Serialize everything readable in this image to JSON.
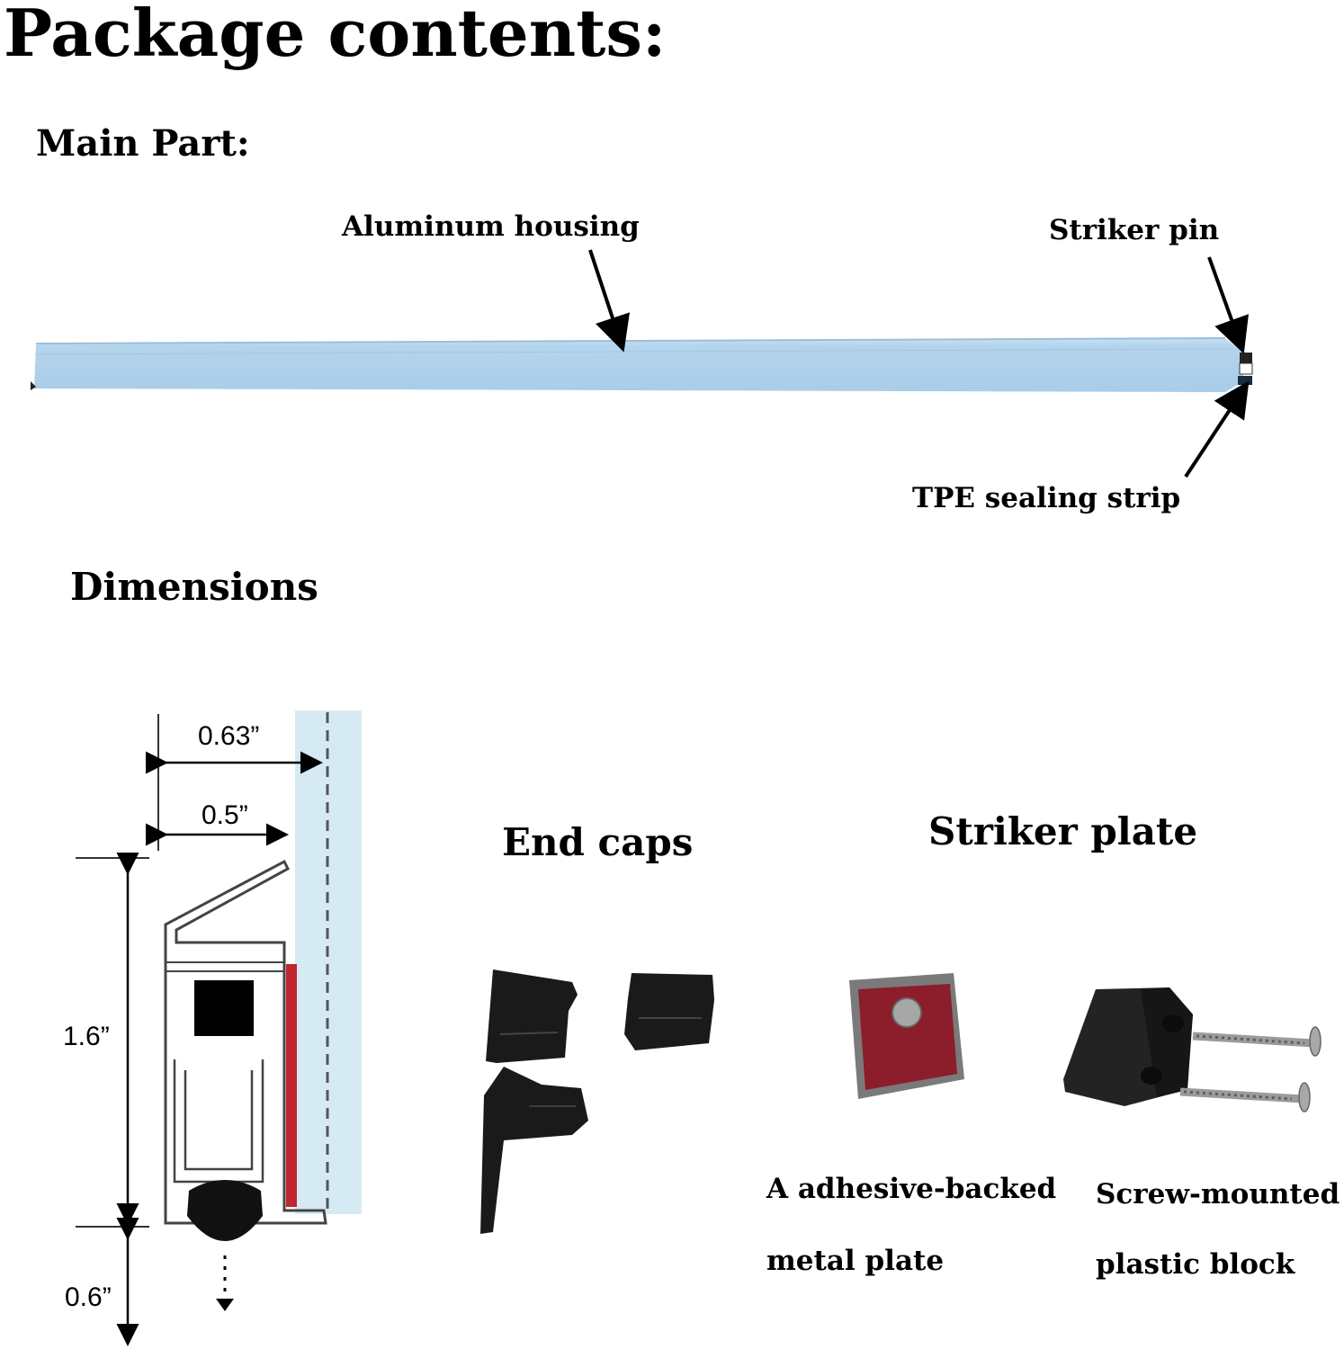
{
  "heading": {
    "title": "Package contents:"
  },
  "main_part": {
    "label": "Main Part:",
    "callouts": {
      "housing": "Aluminum housing",
      "pin": "Striker pin",
      "seal": "TPE sealing strip"
    }
  },
  "dimensions": {
    "label": "Dimensions",
    "width_outer": "0.63”",
    "width_inner": "0.5”",
    "height": "1.6”",
    "drop": "0.6”"
  },
  "end_caps": {
    "label": "End caps"
  },
  "striker_plate": {
    "label": "Striker plate",
    "metal_line1": "A adhesive-backed",
    "metal_line2": "metal plate",
    "block_line1": "Screw-mounted",
    "block_line2": "plastic block"
  },
  "colors": {
    "housing": "#b2d3ec",
    "adhesive": "#8e1c2a",
    "plastic": "#1a1a1a",
    "door": "#d6eaf4"
  }
}
